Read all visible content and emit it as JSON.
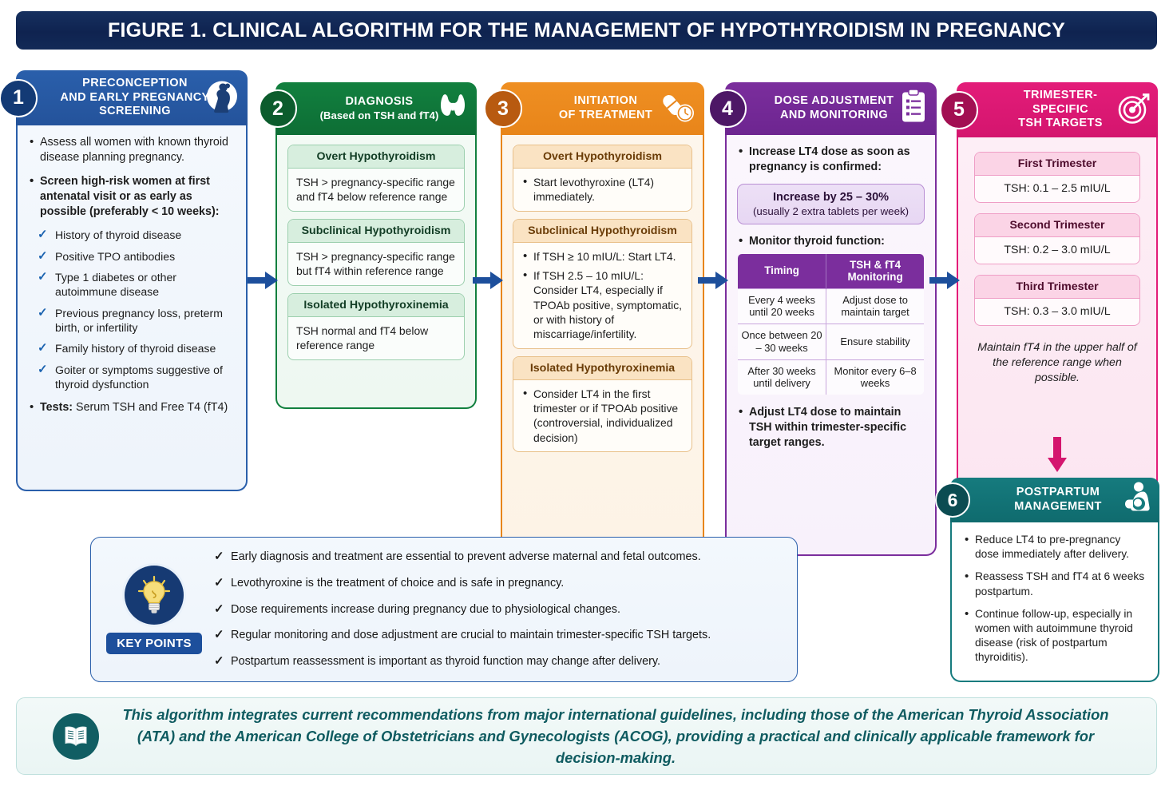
{
  "title": "FIGURE 1. CLINICAL ALGORITHM FOR THE MANAGEMENT OF HYPOTHYROIDISM IN PREGNANCY",
  "colors": {
    "title_bar": "#16305f",
    "step1": "#2a5fab",
    "step2": "#12803f",
    "step3": "#e8851a",
    "step4": "#7b2e9d",
    "step5": "#e31c79",
    "step6": "#167b7e",
    "arrow": "#1d4f9c",
    "arrow_down": "#d4156e",
    "keypoints_border": "#2a5fab",
    "footer_text": "#0f5b60"
  },
  "steps": [
    {
      "number": "1",
      "title": "PRECONCEPTION\nAND EARLY PREGNANCY\nSCREENING",
      "title_lines": [
        "PRECONCEPTION",
        "AND EARLY PREGNANCY",
        "SCREENING"
      ],
      "icon": "pregnant-woman-icon",
      "bullets": [
        "Assess all women with known thyroid disease planning pregnancy.",
        "Screen high-risk women at first antenatal visit or as early as possible (preferably < 10 weeks):"
      ],
      "checks": [
        "History of thyroid disease",
        "Positive TPO antibodies",
        "Type 1 diabetes or other autoimmune disease",
        "Previous pregnancy loss, preterm birth, or infertility",
        "Family history of thyroid disease",
        "Goiter or symptoms suggestive of thyroid dysfunction"
      ],
      "tests_label": "Tests:",
      "tests_value": "Serum TSH and Free T4 (fT4)"
    },
    {
      "number": "2",
      "title_lines": [
        "DIAGNOSIS",
        "(Based on TSH and fT4)"
      ],
      "icon": "thyroid-gland-icon",
      "cards": [
        {
          "heading": "Overt Hypothyroidism",
          "body": "TSH > pregnancy-specific range and fT4 below reference range"
        },
        {
          "heading": "Subclinical Hypothyroidism",
          "body": "TSH > pregnancy-specific range but fT4 within reference range"
        },
        {
          "heading": "Isolated Hypothyroxinemia",
          "body": "TSH normal and fT4 below reference range"
        }
      ]
    },
    {
      "number": "3",
      "title_lines": [
        "INITIATION",
        "OF TREATMENT"
      ],
      "icon": "pill-and-clock-icon",
      "cards": [
        {
          "heading": "Overt Hypothyroidism",
          "bullets": [
            "Start levothyroxine (LT4) immediately."
          ]
        },
        {
          "heading": "Subclinical Hypothyroidism",
          "bullets": [
            "If TSH ≥ 10 mIU/L: Start LT4.",
            "If TSH 2.5 – 10 mIU/L: Consider LT4, especially if TPOAb positive, symptomatic, or with history of miscarriage/infertility."
          ]
        },
        {
          "heading": "Isolated Hypothyroxinemia",
          "bullets": [
            "Consider LT4 in the first trimester or if TPOAb positive (controversial, individualized decision)"
          ]
        }
      ]
    },
    {
      "number": "4",
      "title_lines": [
        "DOSE ADJUSTMENT",
        "AND MONITORING"
      ],
      "icon": "clipboard-icon",
      "bullet_1": "Increase LT4 dose as soon as pregnancy is confirmed:",
      "highlight": {
        "line1": "Increase by 25 – 30%",
        "line2": "(usually 2 extra tablets per week)"
      },
      "bullet_2": "Monitor thyroid function:",
      "table": {
        "headers": [
          "Timing",
          "TSH & fT4\nMonitoring"
        ],
        "header_left": "Timing",
        "header_right_line1": "TSH & fT4",
        "header_right_line2": "Monitoring",
        "rows": [
          {
            "timing": "Every 4 weeks until 20 weeks",
            "monitoring": "Adjust dose to maintain target"
          },
          {
            "timing": "Once between 20 – 30 weeks",
            "monitoring": "Ensure stability"
          },
          {
            "timing": "After 30 weeks until delivery",
            "monitoring": "Monitor every 6–8 weeks"
          }
        ]
      },
      "bullet_3_html": "Adjust LT4 dose to maintain TSH within trimester-specific target ranges."
    },
    {
      "number": "5",
      "title_lines": [
        "TRIMESTER-SPECIFIC",
        "TSH TARGETS"
      ],
      "icon": "target-icon",
      "cards": [
        {
          "heading": "First Trimester",
          "body": "TSH: 0.1 – 2.5 mIU/L"
        },
        {
          "heading": "Second Trimester",
          "body": "TSH: 0.2 – 3.0 mIU/L"
        },
        {
          "heading": "Third Trimester",
          "body": "TSH: 0.3 – 3.0 mIU/L"
        }
      ],
      "note": "Maintain fT4 in the upper half of the reference range when possible."
    },
    {
      "number": "6",
      "title_lines": [
        "POSTPARTUM",
        "MANAGEMENT"
      ],
      "icon": "breastfeeding-icon",
      "bullets": [
        "Reduce LT4 to pre-pregnancy dose immediately after delivery.",
        "Reassess TSH and fT4 at 6 weeks postpartum.",
        "Continue follow-up, especially in women with autoimmune thyroid disease (risk of postpartum thyroiditis)."
      ]
    }
  ],
  "key_points": {
    "label": "KEY POINTS",
    "icon": "lightbulb-icon",
    "items": [
      "Early diagnosis and treatment are essential to prevent adverse maternal and fetal outcomes.",
      "Levothyroxine is the treatment of choice and is safe in pregnancy.",
      "Dose requirements increase during pregnancy due to physiological changes.",
      "Regular monitoring and dose adjustment are crucial to maintain trimester-specific TSH targets.",
      "Postpartum reassessment is important as thyroid function may change after delivery."
    ]
  },
  "footer": {
    "icon": "open-book-icon",
    "text": "This algorithm integrates current recommendations from major international guidelines, including those of the American Thyroid Association (ATA) and the American College of Obstetricians and Gynecologists (ACOG), providing a practical and clinically applicable framework for decision-making."
  }
}
